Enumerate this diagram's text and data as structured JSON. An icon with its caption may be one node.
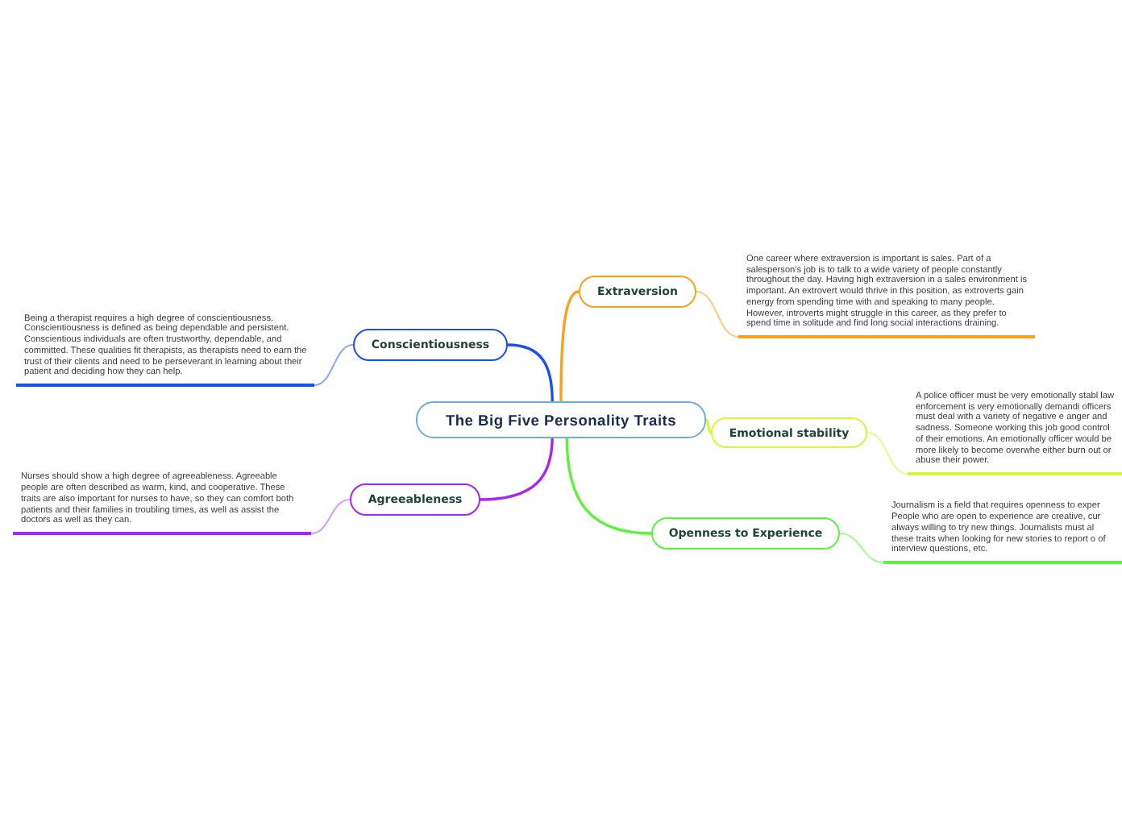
{
  "diagram": {
    "nodes": [
      {
        "text": [
          "The Big Five Personality Traits"
        ]
      },
      {
        "text": [
          "Extraversion"
        ]
      },
      {
        "text": [
          "One career where extraversion is important is sales. Part of a salesperson's job is to talk to a wide variety of people constantly throughout the day. Having high extraversion in a sales environment is important. An extrovert would thrive in this position, as extroverts gain energy from spending time with and speaking to many people. However, introverts might struggle in this career, as they prefer to spend time in solitude and find long social interactions draining."
        ]
      },
      {
        "text": [
          "Conscientiousness"
        ]
      },
      {
        "text": [
          "Being a therapist requires a high degree of conscientiousness. Conscientiousness is defined as being dependable and persistent. Conscientious individuals are often trustworthy, dependable, and committed. These qualities fit therapists, as therapists need to earn the trust of their clients and need to be perseverant in learning about their patient and deciding how they can help."
        ]
      },
      {
        "text": [
          "Emotional stability"
        ]
      },
      {
        "text": [
          "A police officer must be very emotionally stabl law enforcement is very emotionally demandi officers must deal with a variety of negative e anger and sadness. Someone working this job good control of their emotions. An emotionally officer would be more likely to become overwhe either burn out or abuse their power."
        ]
      },
      {
        "text": [
          "Agreeableness"
        ]
      },
      {
        "text": [
          "Nurses should show a high degree of agreeableness. Agreeable people are often described as warm, kind, and cooperative. These traits are also important for nurses to have, so they can comfort both patients and their families in troubling times, as well as assist the doctors as well as they can."
        ]
      },
      {
        "text": [
          "Openness to Experience"
        ]
      },
      {
        "text": [
          "Journalism is a field that requires openness to exper People who are open to experience are creative, cur always willing to try new things. Journalists must al these traits when looking for new stories to report o of interview questions, etc."
        ]
      }
    ],
    "edges": [
      {
        "from": 0,
        "to": 1,
        "arrow": "none",
        "color": "#f7a21b"
      },
      {
        "from": 1,
        "to": 2,
        "arrow": "none",
        "color": "#fcca7d"
      },
      {
        "from": 0,
        "to": 3,
        "arrow": "none",
        "color": "#1a4ff0"
      },
      {
        "from": 3,
        "to": 4,
        "arrow": "none",
        "color": "#8aa8f5"
      },
      {
        "from": 0,
        "to": 5,
        "arrow": "none",
        "color": "#d8f53a"
      },
      {
        "from": 5,
        "to": 6,
        "arrow": "none",
        "color": "#e9f98f"
      },
      {
        "from": 0,
        "to": 7,
        "arrow": "none",
        "color": "#a726f2"
      },
      {
        "from": 7,
        "to": 8,
        "arrow": "none",
        "color": "#d79bf7"
      },
      {
        "from": 0,
        "to": 9,
        "arrow": "none",
        "color": "#5cf23a"
      },
      {
        "from": 9,
        "to": 10,
        "arrow": "none",
        "color": "#a8f793"
      }
    ]
  }
}
